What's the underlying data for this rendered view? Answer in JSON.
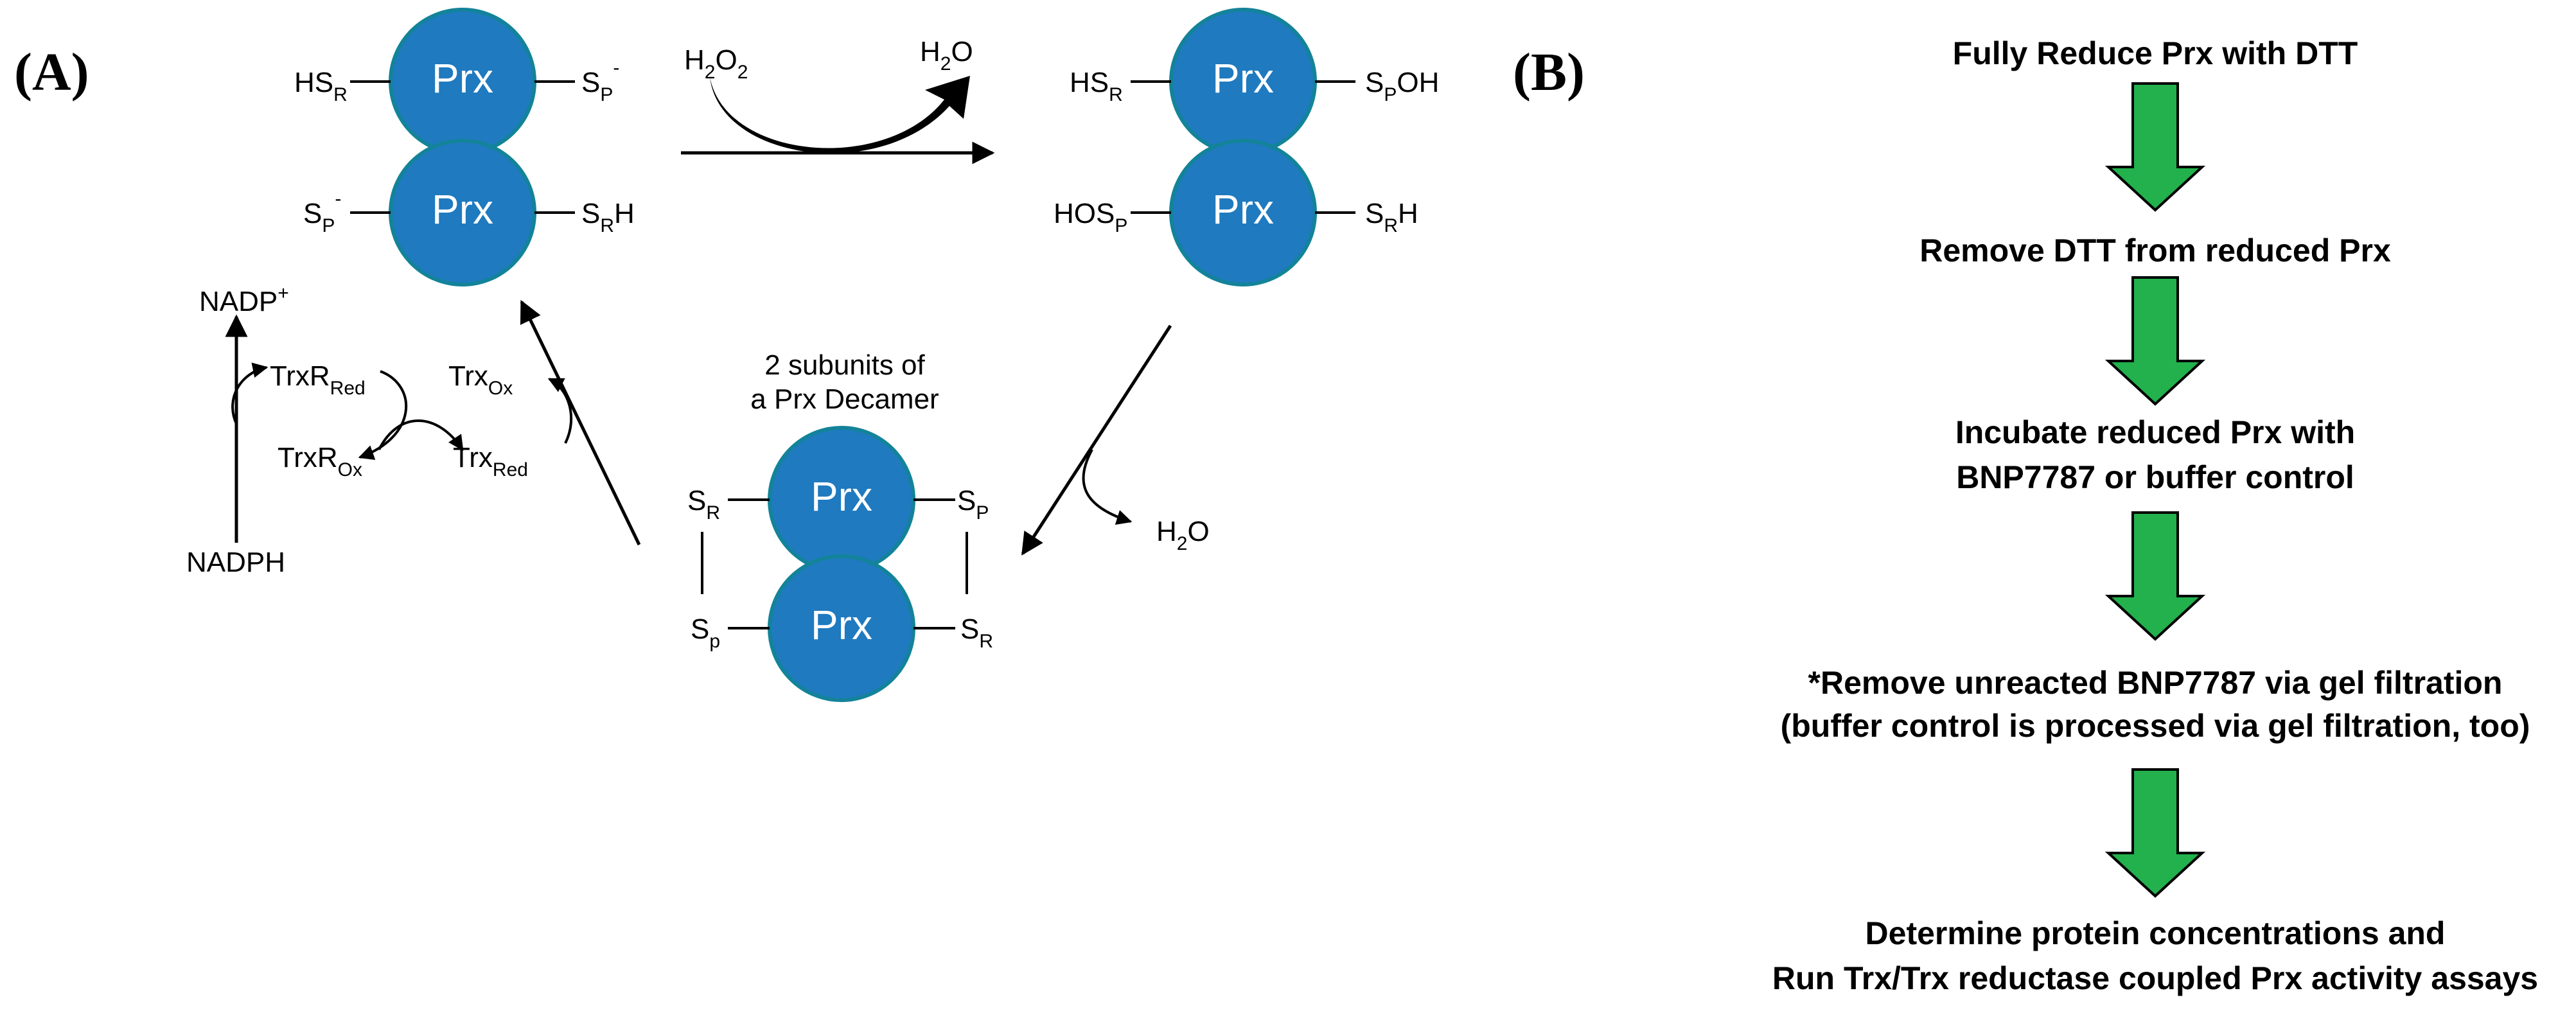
{
  "panels": {
    "a": "(A)",
    "b": "(B)"
  },
  "prx_label": "Prx",
  "colors": {
    "prx_fill": "#1f7abf",
    "prx_ring": "#13839a",
    "step_arrow": "#22b14c"
  },
  "cycle": {
    "reduced_dimer": {
      "top_left": [
        "HS",
        "R"
      ],
      "top_right": [
        "S",
        "P",
        "-"
      ],
      "bottom_left": [
        "S",
        "P",
        "-"
      ],
      "bottom_right": [
        "S",
        "R",
        "H"
      ]
    },
    "oxidation": {
      "reactant": [
        "H",
        "2",
        "O",
        "2"
      ],
      "product": [
        "H",
        "2",
        "O"
      ]
    },
    "sulfenic_dimer": {
      "top_left": [
        "HS",
        "R"
      ],
      "top_right": [
        "S",
        "P",
        "OH"
      ],
      "bottom_left": [
        "HOS",
        "P"
      ],
      "bottom_right": [
        "S",
        "R",
        "H"
      ]
    },
    "disulfide_step": {
      "product": [
        "H",
        "2",
        "O"
      ]
    },
    "decamer": {
      "caption_line1": "2 subunits of",
      "caption_line2": "a Prx Decamer",
      "top_left": [
        "S",
        "R"
      ],
      "top_right": [
        "S",
        "P"
      ],
      "bottom_left": [
        "S",
        "p"
      ],
      "bottom_right": [
        "S",
        "R"
      ]
    },
    "reductase": {
      "nadp_plus": [
        "NADP",
        "+"
      ],
      "nadph": "NADPH",
      "trxr_red": [
        "TrxR",
        "Red"
      ],
      "trxr_ox": [
        "TrxR",
        "Ox"
      ],
      "trx_ox": [
        "Trx",
        "Ox"
      ],
      "trx_red": [
        "Trx",
        "Red"
      ]
    }
  },
  "workflow": {
    "steps": [
      [
        "Fully Reduce Prx with DTT"
      ],
      [
        "Remove DTT from  reduced Prx"
      ],
      [
        "Incubate reduced Prx with",
        "BNP7787 or buffer control"
      ],
      [
        "*Remove unreacted BNP7787 via gel filtration",
        "(buffer control is processed via gel filtration, too)"
      ],
      [
        "Determine protein concentrations and",
        "Run Trx/Trx reductase coupled Prx activity assays"
      ]
    ]
  }
}
